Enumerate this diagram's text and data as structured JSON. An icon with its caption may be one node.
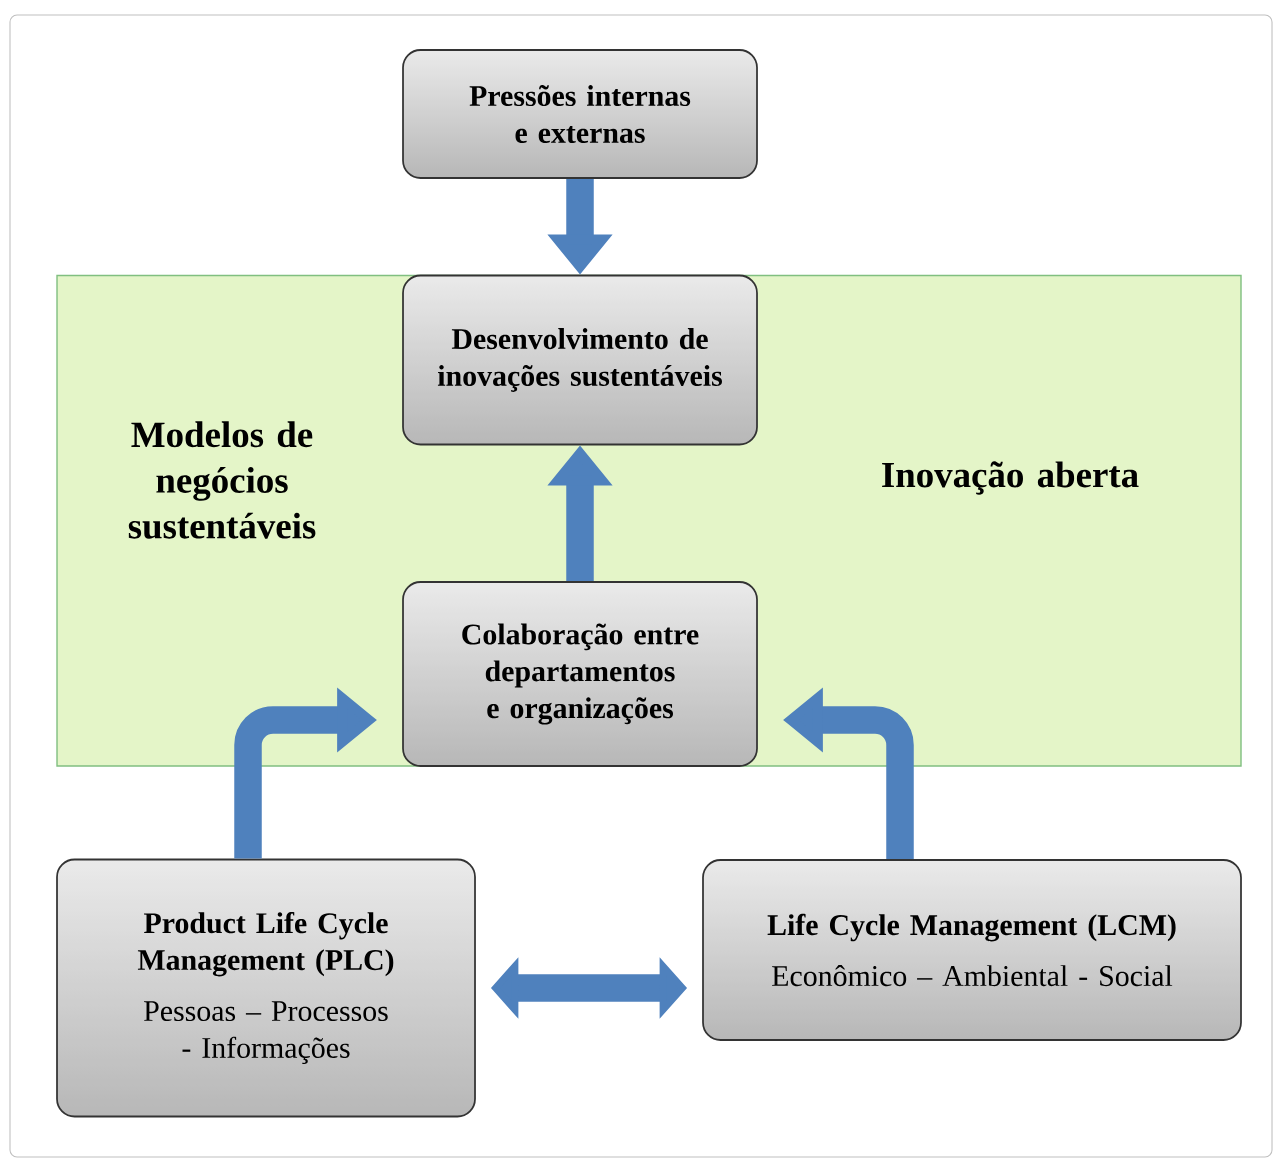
{
  "diagram": {
    "nodes": [
      {
        "text": [
          "Pressões internas e externas"
        ]
      },
      {
        "text": [
          "Modelos de negócios sustentáveis",
          "Inovação aberta"
        ]
      },
      {
        "text": [
          "Desenvolvimento de inovações sustentáveis"
        ],
        "in": 1
      },
      {
        "text": [
          "Colaboração entre departamentos e organizações"
        ],
        "in": 1
      },
      {
        "text": [
          "Product Life Cycle Management (PLC)",
          "Pessoas – Processos - Informações"
        ]
      },
      {
        "text": [
          "Life Cycle Management (LCM)",
          "Econômico – Ambiental - Social"
        ]
      }
    ],
    "edges": [
      {
        "from": 0,
        "to": 2,
        "arrow": "to"
      },
      {
        "from": 3,
        "to": 2,
        "arrow": "to"
      },
      {
        "from": 4,
        "to": 3,
        "arrow": "to"
      },
      {
        "from": 5,
        "to": 3,
        "arrow": "to"
      },
      {
        "from": 4,
        "to": 5,
        "arrow": "both"
      }
    ]
  }
}
